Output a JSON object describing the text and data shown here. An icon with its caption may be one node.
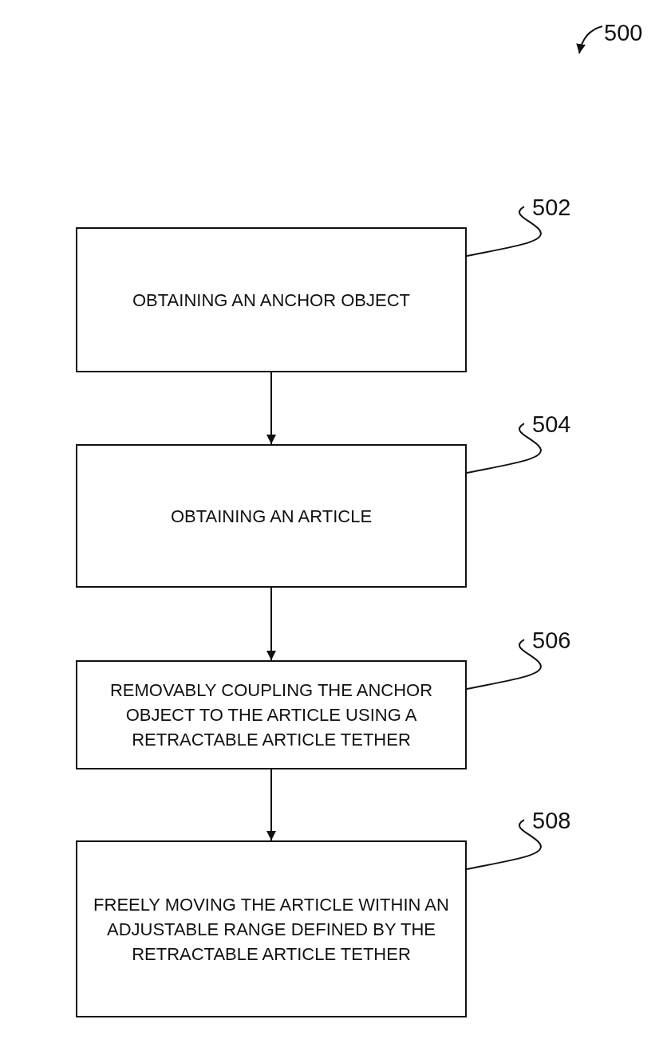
{
  "diagram": {
    "nodes": [
      {
        "text": [
          "OBTAINING AN ANCHOR OBJECT"
        ]
      },
      {
        "text": [
          "OBTAINING AN ARTICLE"
        ]
      },
      {
        "text": [
          "REMOVABLY COUPLING THE ANCHOR OBJECT TO THE ARTICLE USING A RETRACTABLE ARTICLE TETHER"
        ]
      },
      {
        "text": [
          "FREELY MOVING THE ARTICLE WITHIN AN ADJUSTABLE RANGE DEFINED BY THE RETRACTABLE ARTICLE TETHER"
        ]
      },
      {
        "text": [
          "502"
        ]
      },
      {
        "text": [
          "504"
        ]
      },
      {
        "text": [
          "506"
        ]
      },
      {
        "text": [
          "508"
        ]
      },
      {
        "text": [
          "500"
        ]
      }
    ],
    "edges": [
      {
        "from": 0,
        "to": 1,
        "arrow": "to"
      },
      {
        "from": 1,
        "to": 2,
        "arrow": "to"
      },
      {
        "from": 2,
        "to": 3,
        "arrow": "to"
      },
      {
        "from": 4,
        "to": 0,
        "arrow": "none"
      },
      {
        "from": 5,
        "to": 1,
        "arrow": "none"
      },
      {
        "from": 6,
        "to": 2,
        "arrow": "none"
      },
      {
        "from": 7,
        "to": 3,
        "arrow": "none"
      },
      {
        "from": 8,
        "to": null,
        "arrow": "to"
      }
    ]
  }
}
